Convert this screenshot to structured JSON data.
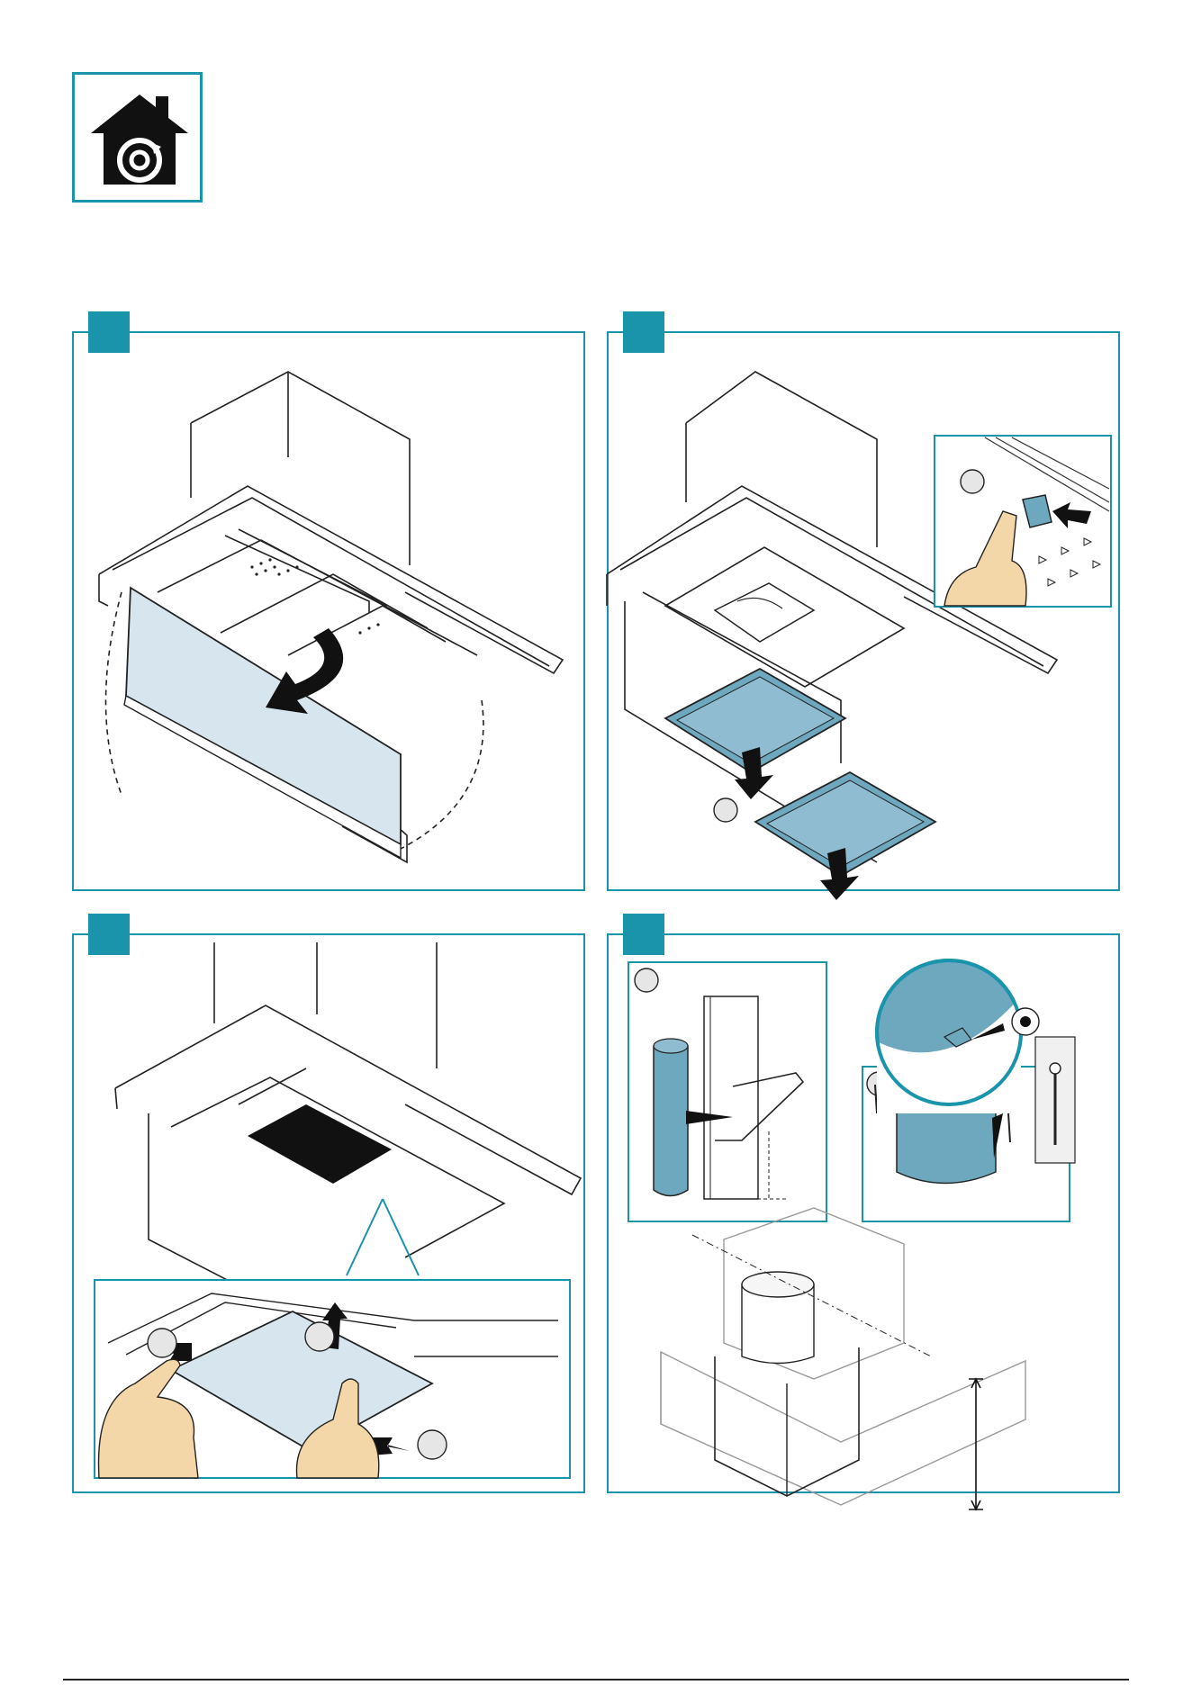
{
  "document": {
    "type": "installation-manual-page",
    "accent_color": "#1a94ab",
    "panel_fill": "#d7e6ee",
    "logo": {
      "icon": "house-recirculation-icon"
    },
    "steps": [
      {
        "id": "step-1",
        "icon": "remove-front-panel-illustration"
      },
      {
        "id": "step-2",
        "icon": "remove-grease-filters-illustration"
      },
      {
        "id": "step-3",
        "icon": "install-carbon-filter-illustration"
      },
      {
        "id": "step-4",
        "icon": "mount-duct-and-bracket-illustration"
      }
    ]
  }
}
